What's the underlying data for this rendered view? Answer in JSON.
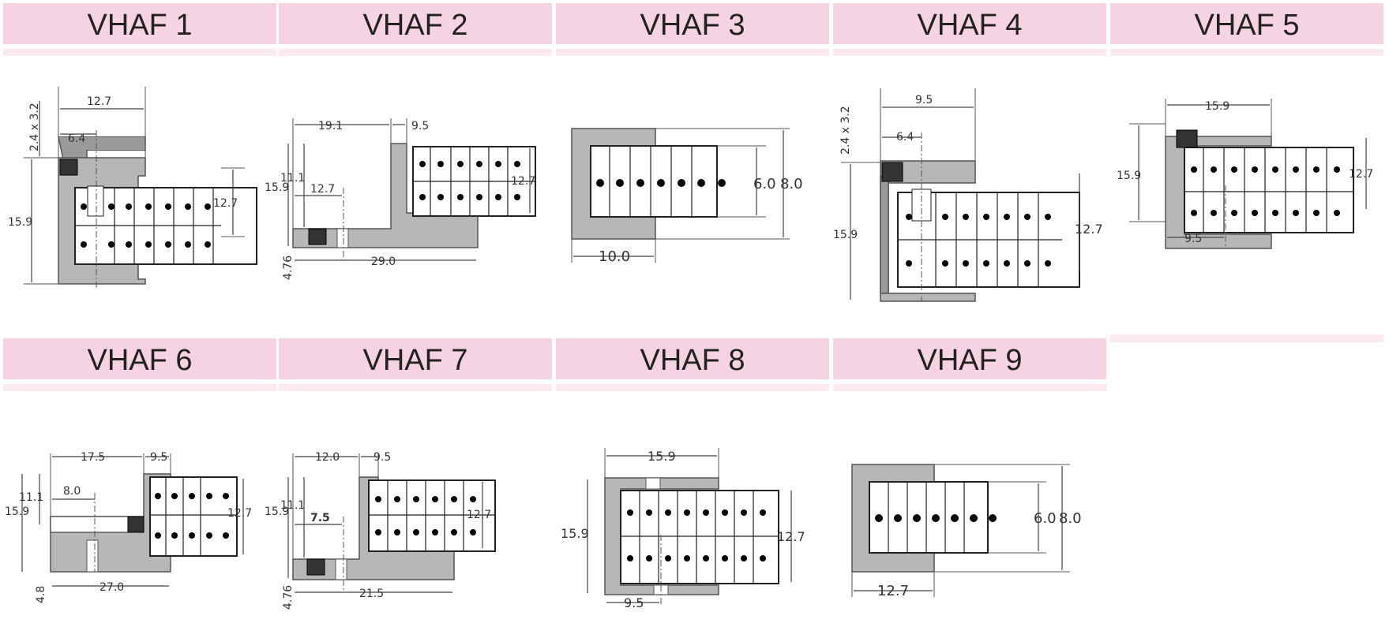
{
  "panels": [
    {
      "title": "VHAF 1",
      "dims": [
        "12.7",
        "2.4 x 3.2",
        "6.4",
        "15.9",
        "12.7"
      ]
    },
    {
      "title": "VHAF 2",
      "dims": [
        "19.1",
        "9.5",
        "11.1",
        "15.9",
        "12.7",
        "12.7",
        "4.76",
        "29.0"
      ]
    },
    {
      "title": "VHAF 3",
      "dims": [
        "6.0",
        "8.0",
        "10.0"
      ]
    },
    {
      "title": "VHAF 4",
      "dims": [
        "9.5",
        "2.4 x 3.2",
        "6.4",
        "15.9",
        "12.7"
      ]
    },
    {
      "title": "VHAF 5",
      "dims": [
        "15.9",
        "15.9",
        "12.7",
        "9.5"
      ]
    },
    {
      "title": "VHAF 6",
      "dims": [
        "17.5",
        "9.5",
        "11.1",
        "8.0",
        "15.9",
        "12.7",
        "4.8",
        "27.0"
      ]
    },
    {
      "title": "VHAF 7",
      "dims": [
        "12.0",
        "9.5",
        "11.1",
        "15.9",
        "7.5",
        "12.7",
        "4.76",
        "21.5"
      ]
    },
    {
      "title": "VHAF 8",
      "dims": [
        "15.9",
        "15.9",
        "12.7",
        "9.5"
      ]
    },
    {
      "title": "VHAF 9",
      "dims": [
        "6.0",
        "8.0",
        "12.7"
      ]
    }
  ]
}
